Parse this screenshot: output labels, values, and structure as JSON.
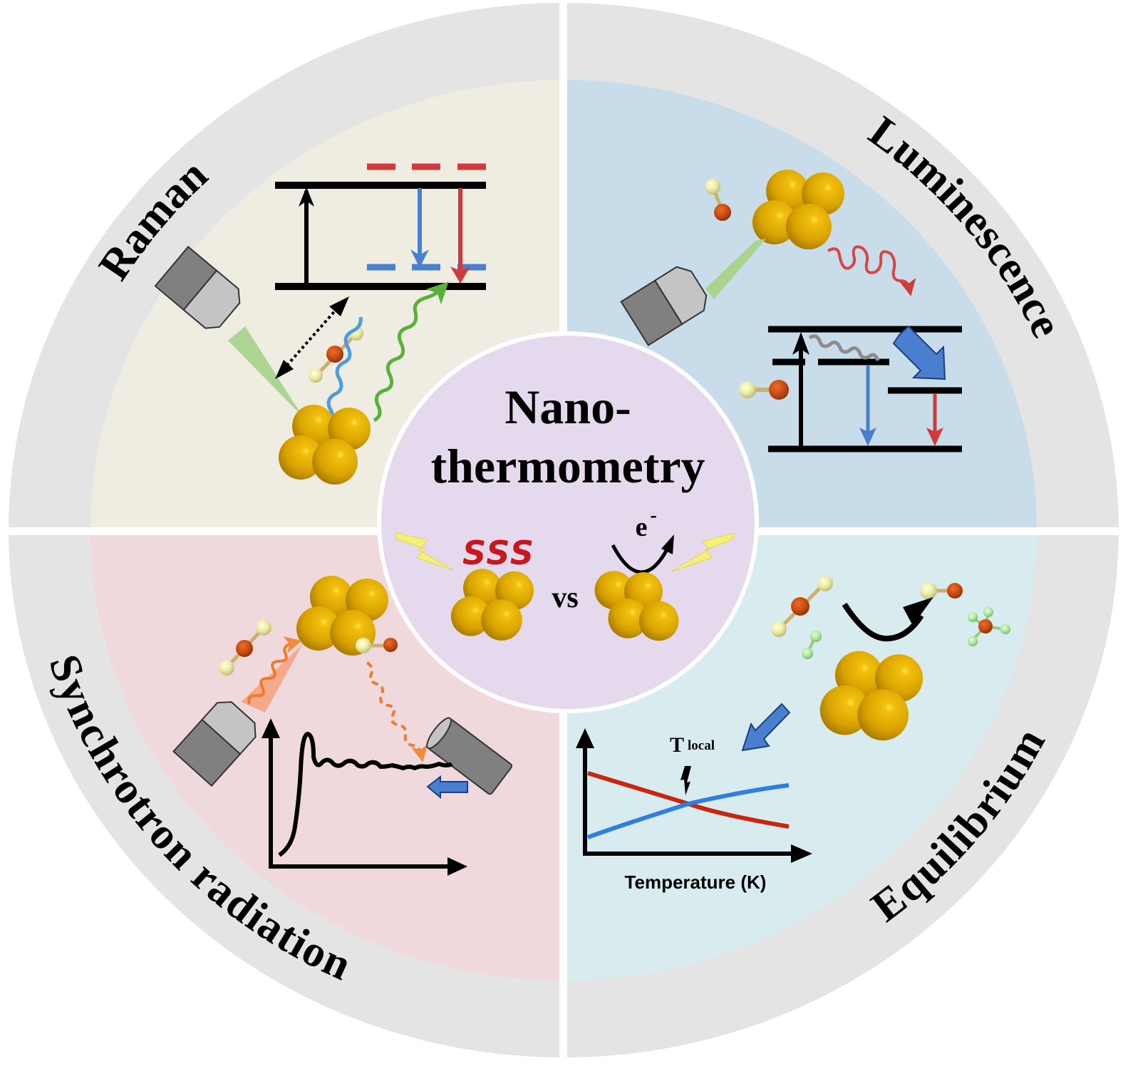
{
  "center": {
    "title_line1": "Nano-",
    "title_line2": "thermometry",
    "vs_label": "vs",
    "electron_label": "e",
    "electron_superscript": "-",
    "heat_glyph": "SSS",
    "left_concept": "thermal-heating",
    "right_concept": "electronic-excitation"
  },
  "quadrants": {
    "raman": {
      "label": "Raman"
    },
    "luminescence": {
      "label": "Luminescence"
    },
    "synchrotron": {
      "label": "Synchrotron radiation"
    },
    "equilibrium": {
      "label": "Equilibrium",
      "plot": {
        "xlabel": "Temperature (K)",
        "annotation_main": "T",
        "annotation_sub": "local"
      }
    }
  },
  "colors": {
    "outer_ring": "#e4e4e4",
    "raman_bg": "#efede2",
    "luminescence_bg": "#c9dcea",
    "synchrotron_bg": "#efd9dc",
    "equilibrium_bg": "#d8ebee",
    "center_bg": "#e5d9ee",
    "gold": "#d9a300",
    "blue": "#4a7fcf",
    "red": "#cf3b3b",
    "green": "#5caf3c",
    "orange": "#f08a3c",
    "heat_red": "#c8171d",
    "bolt_yellow": "#f4f07a"
  }
}
